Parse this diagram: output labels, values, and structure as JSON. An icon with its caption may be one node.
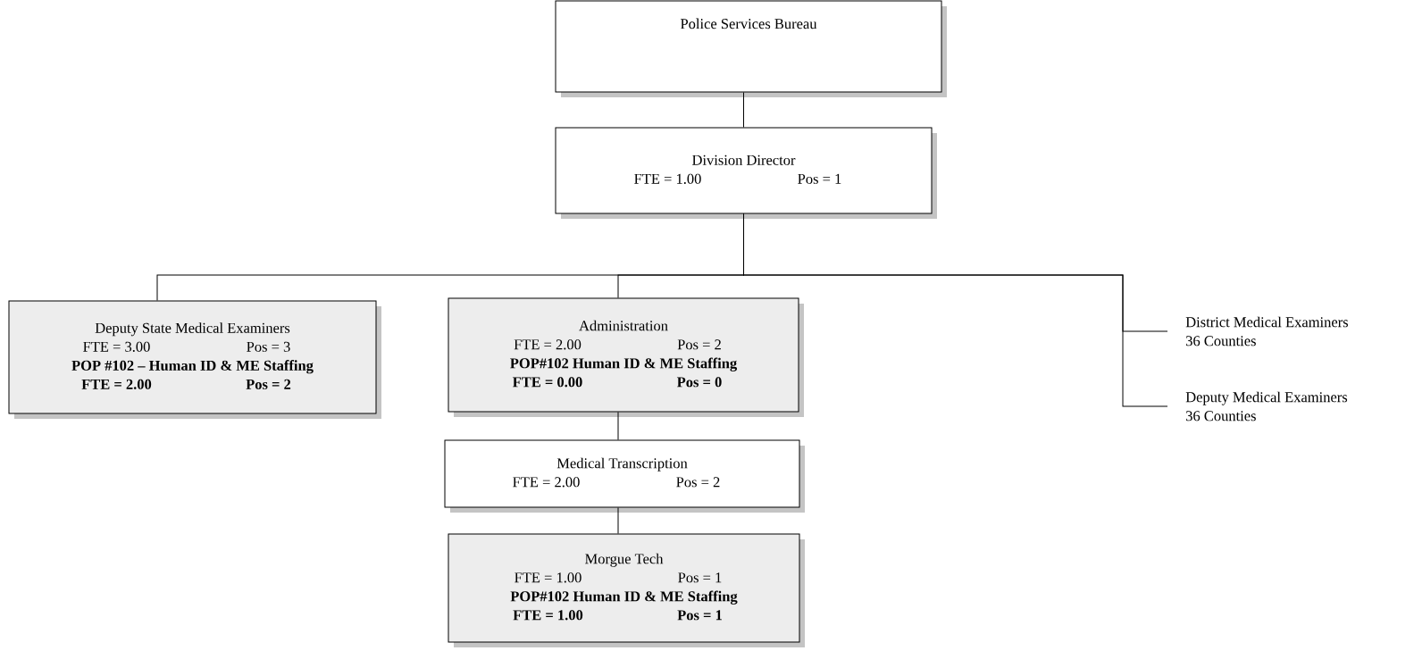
{
  "diagram": {
    "nodes": [
      {
        "text": [
          "Police Services Bureau"
        ]
      },
      {
        "text": [
          "Division Director",
          "FTE = 1.00",
          "Pos = 1"
        ]
      },
      {
        "text": [
          "Deputy State Medical Examiners",
          "FTE = 3.00",
          "Pos = 3",
          "POP #102 – Human ID & ME Staffing",
          "FTE = 2.00",
          "Pos = 2"
        ]
      },
      {
        "text": [
          "Administration",
          "FTE = 2.00",
          "Pos = 2",
          "POP#102 Human ID & ME Staffing",
          "FTE = 0.00",
          "Pos = 0"
        ]
      },
      {
        "text": [
          "Medical Transcription",
          "FTE = 2.00",
          "Pos = 2"
        ]
      },
      {
        "text": [
          "Morgue Tech",
          "FTE = 1.00",
          "Pos = 1",
          "POP#102 Human ID & ME Staffing",
          "FTE = 1.00",
          "Pos = 1"
        ]
      },
      {
        "text": [
          "District Medical Examiners",
          "36 Counties"
        ]
      },
      {
        "text": [
          "Deputy Medical Examiners",
          "36 Counties"
        ]
      }
    ],
    "edges": [
      {
        "from": 0,
        "to": 1,
        "arrow": "none"
      },
      {
        "from": 1,
        "to": 2,
        "arrow": "none"
      },
      {
        "from": 1,
        "to": 3,
        "arrow": "none"
      },
      {
        "from": 1,
        "to": 6,
        "arrow": "none"
      },
      {
        "from": 1,
        "to": 7,
        "arrow": "none"
      },
      {
        "from": 3,
        "to": 4,
        "arrow": "none"
      },
      {
        "from": 4,
        "to": 5,
        "arrow": "none"
      }
    ]
  }
}
